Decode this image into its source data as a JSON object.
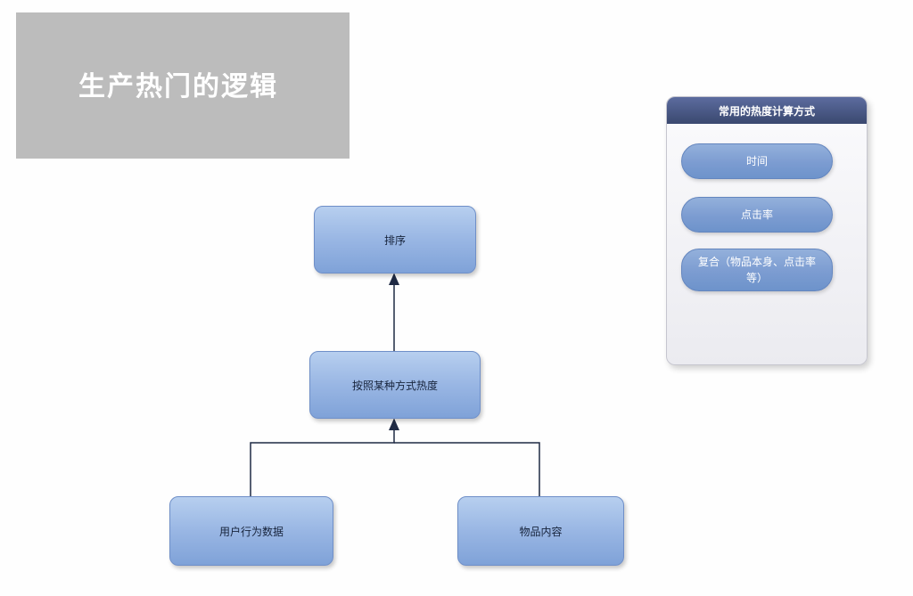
{
  "colors": {
    "node_blue_top": "#b7cfef",
    "node_blue_bottom": "#7fa2d8",
    "panel_header_blue": "#3a486f",
    "pill_blue": "#7c9cd1",
    "title_gray": "#bcbcbc",
    "connector": "#1f2a44"
  },
  "title": {
    "text": "生产热门的逻辑"
  },
  "flowchart": {
    "nodes": [
      {
        "id": "sort",
        "label": "排序"
      },
      {
        "id": "heat-method",
        "label": "按照某种方式热度"
      },
      {
        "id": "user-behavior",
        "label": "用户行为数据"
      },
      {
        "id": "item-content",
        "label": "物品内容"
      }
    ]
  },
  "panel": {
    "header": "常用的热度计算方式",
    "items": [
      {
        "label": "时间"
      },
      {
        "label": "点击率"
      },
      {
        "label": "复合（物品本身、点击率等）"
      }
    ]
  }
}
